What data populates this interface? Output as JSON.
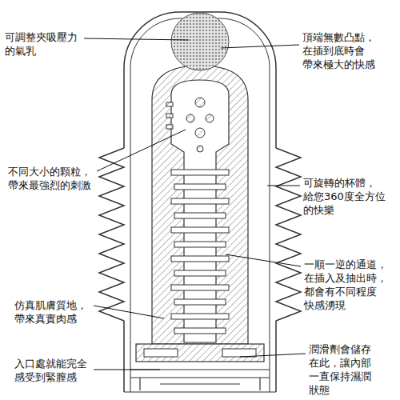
{
  "diagram": {
    "labels": [
      "可調整夾吸壓力 的氣乳",
      "不同大小的顆粒， 帶來最強烈的刺激",
      "仿真肌膚質地， 帶來真實肉感",
      "入口處就能完全 感受到緊膣感",
      "頂端無數凸點， 在插到底時會 帶來極大的快感",
      "可旋轉的杯體， 給您360度全方位 的快樂",
      "一順一逆的通道， 在插入及抽出時， 都會有不同程度 快感湧現",
      "潤滑劑會儲存 在此，讓內部 一直保持濕潤 狀態"
    ]
  }
}
